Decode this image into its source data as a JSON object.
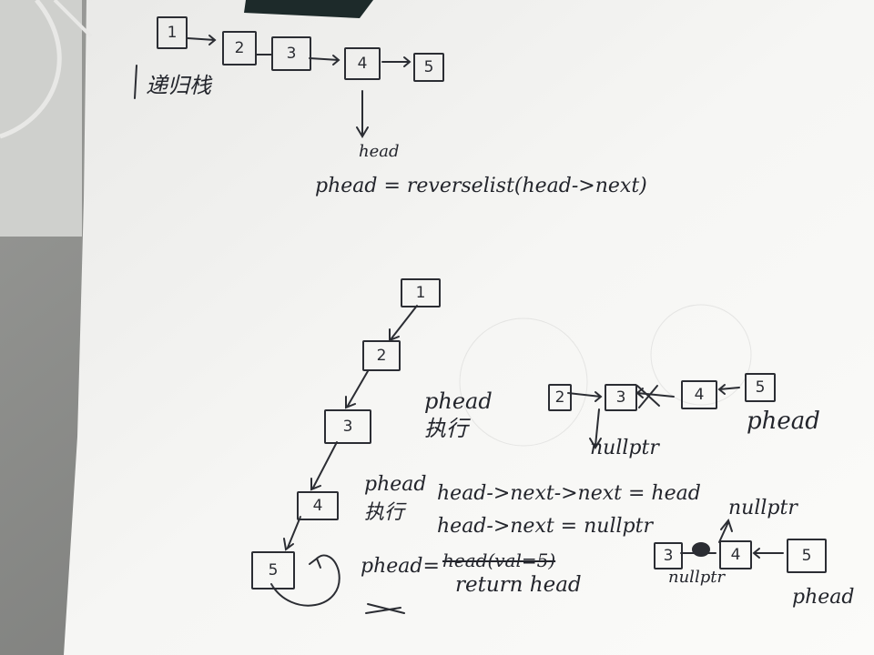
{
  "colors": {
    "ink": "#23252c",
    "paper": "#f3f3f1",
    "desk": "#8e8f8c"
  },
  "top_chain": {
    "nodes": [
      "1",
      "2",
      "3",
      "4",
      "5"
    ],
    "label_stack": "递归栈",
    "label_head": "head",
    "call": "phead = reverselist(head->next)"
  },
  "tree_chain": {
    "nodes": [
      "1",
      "2",
      "3",
      "4",
      "5"
    ],
    "phead_exec": "phead\n执行",
    "phead_exec_2": "phead\n执行"
  },
  "code_lines": {
    "line1": "head->next->next = head",
    "line2": "head->next = nullptr",
    "line3_prefix": "phead=",
    "line3_struck": "head(val=5)",
    "line4": "return head"
  },
  "right_top": {
    "nodes": [
      "2",
      "3",
      "4",
      "5"
    ],
    "label_nullptr": "nullptr",
    "label_phead": "phead"
  },
  "right_bottom": {
    "nodes": [
      "3",
      "4",
      "5"
    ],
    "label_nullptr_top": "nullptr",
    "label_nullptr_bottom": "nullptr",
    "label_phead": "phead"
  }
}
